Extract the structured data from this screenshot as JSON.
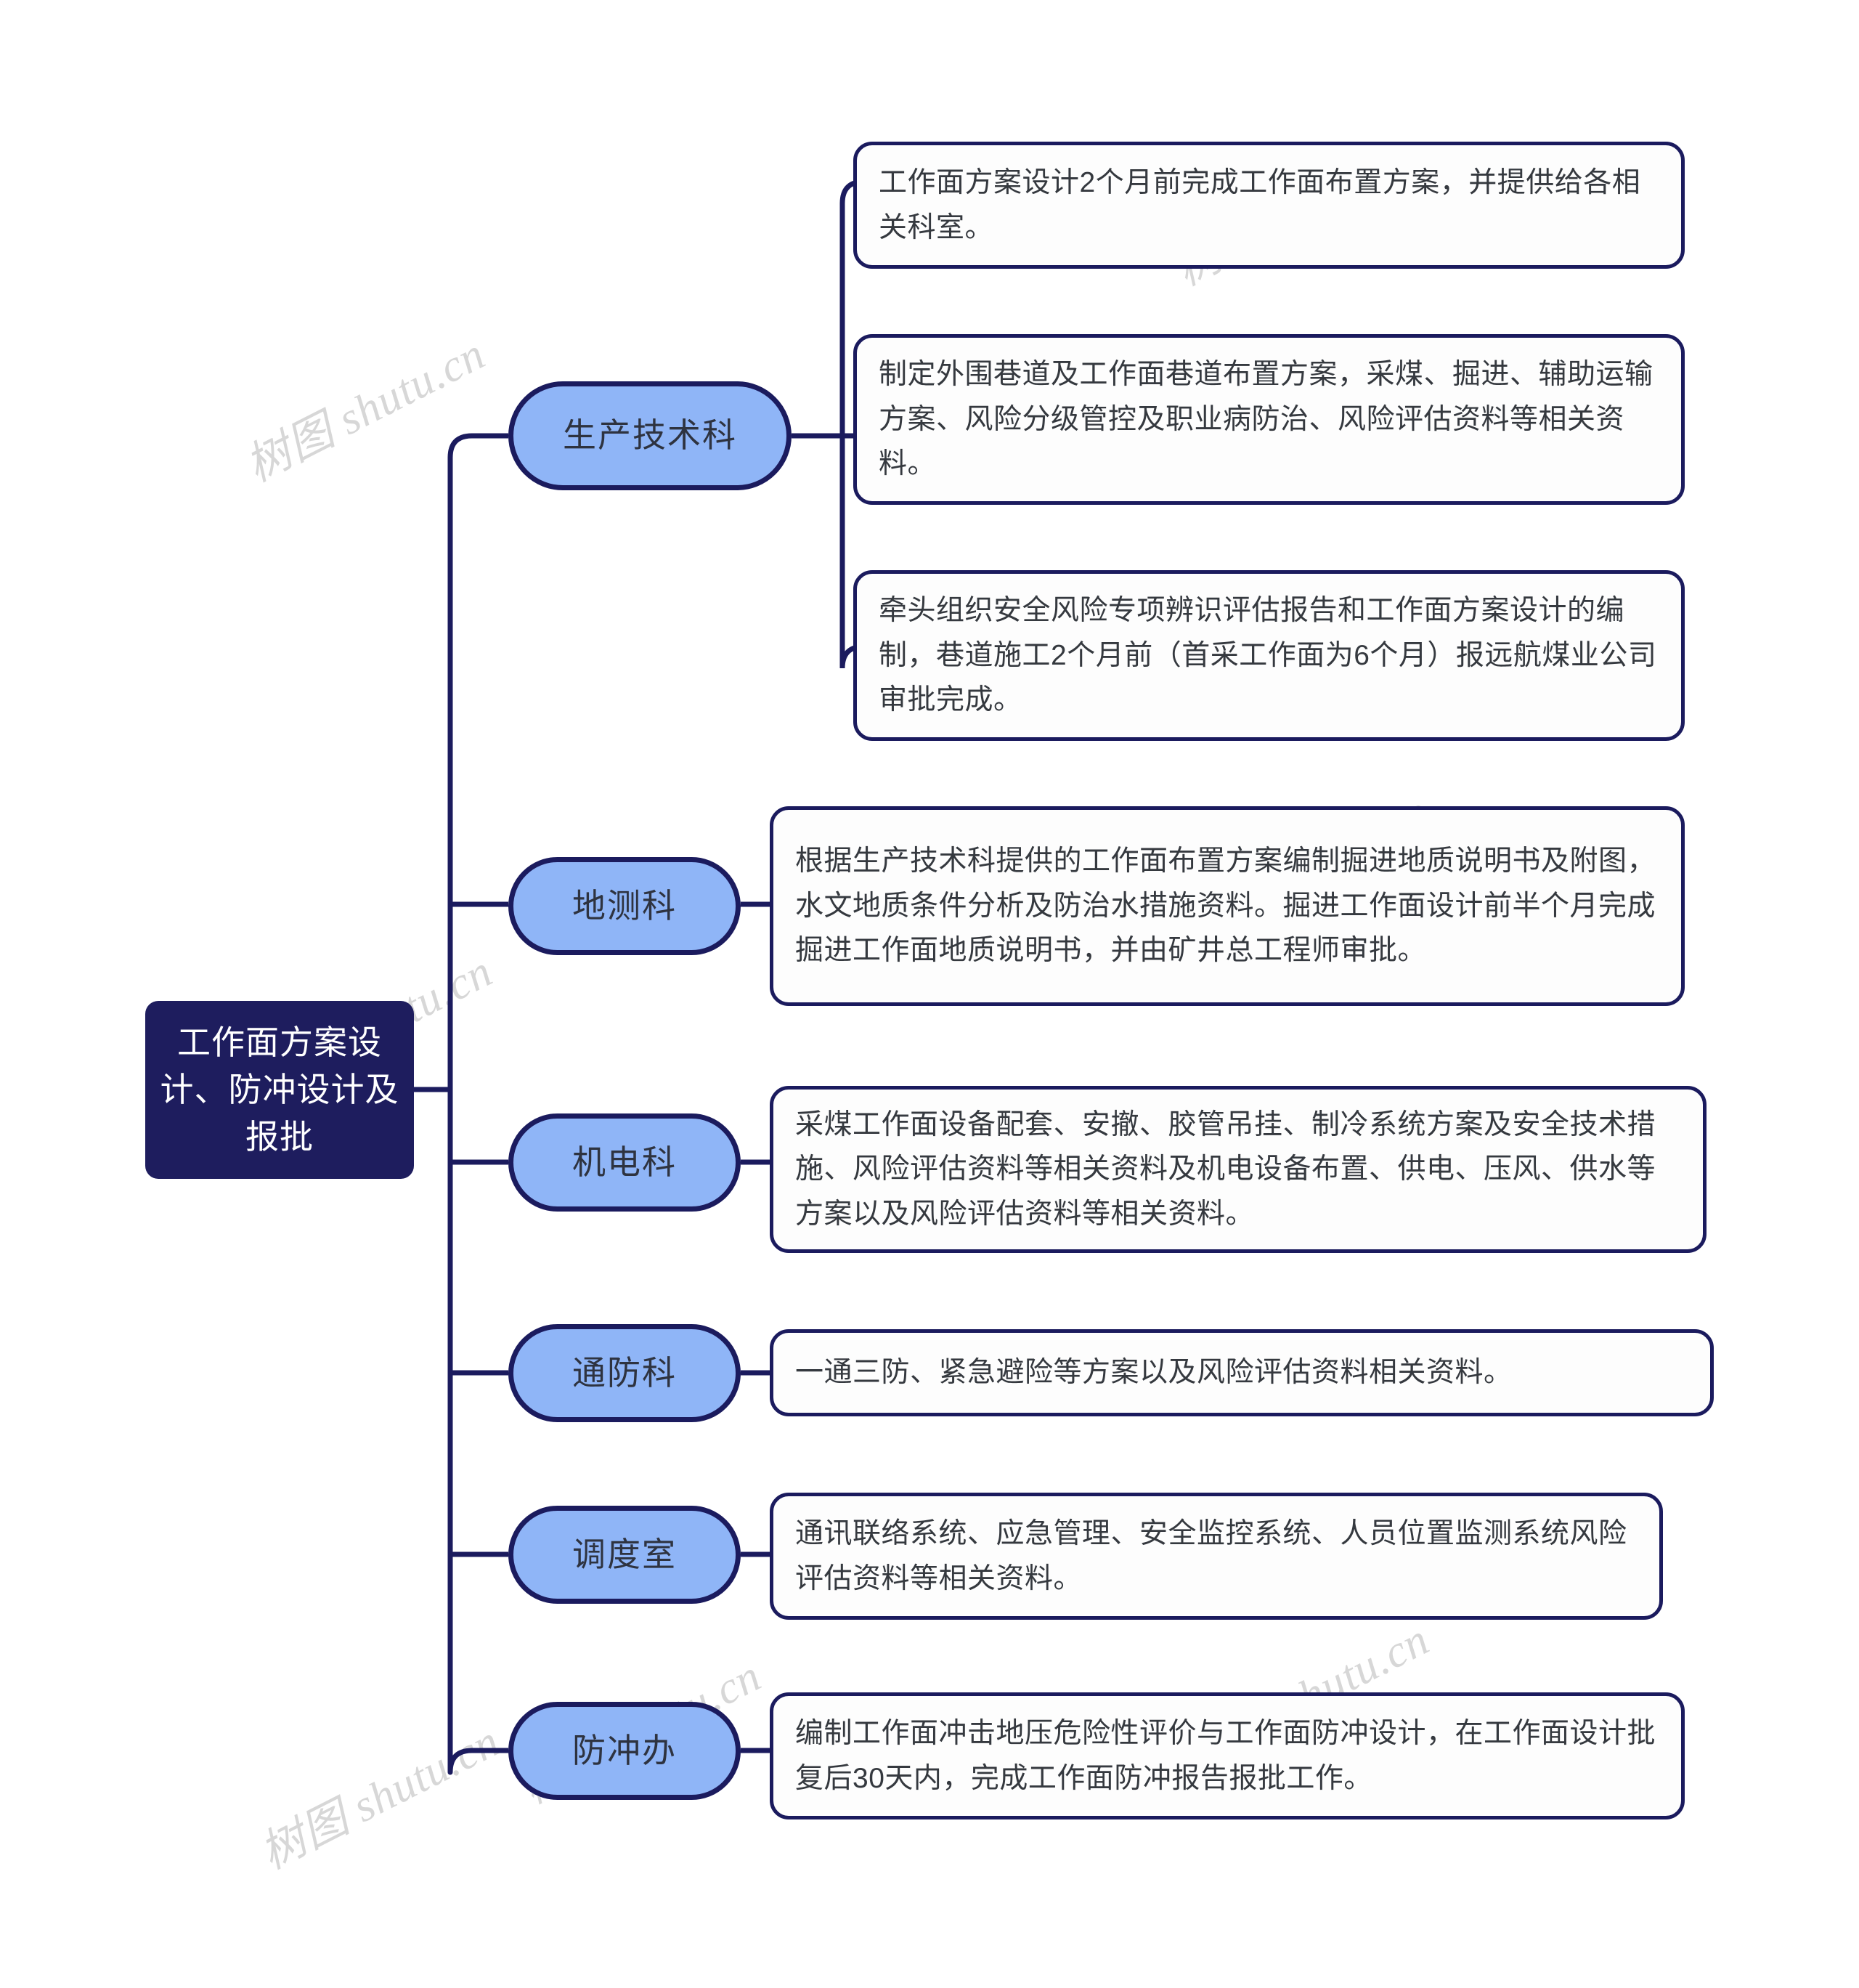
{
  "diagram": {
    "title": "工作面方案设计、防冲设计及报批",
    "type": "mindmap",
    "orientation": "left-to-right",
    "colors": {
      "root_fill": "#1e1d5e",
      "root_text": "#ffffff",
      "branch_fill": "#8fb5f7",
      "branch_border": "#1b1b5e",
      "branch_text": "#2e3340",
      "leaf_fill": "#fdfdfd",
      "leaf_border": "#1b1b5e",
      "leaf_text": "#35393f",
      "connector": "#1b1b5e",
      "background": "#ffffff",
      "watermark": "#c9c9c9"
    }
  },
  "root": {
    "label": "工作面方案设计、防冲设计及报批"
  },
  "branches": [
    {
      "label": "生产技术科",
      "leaves": [
        {
          "text": "工作面方案设计2个月前完成工作面布置方案，并提供给各相关科室。"
        },
        {
          "text": "制定外围巷道及工作面巷道布置方案，采煤、掘进、辅助运输方案、风险分级管控及职业病防治、风险评估资料等相关资料。"
        },
        {
          "text": "牵头组织安全风险专项辨识评估报告和工作面方案设计的编制，巷道施工2个月前（首采工作面为6个月）报远航煤业公司审批完成。"
        }
      ]
    },
    {
      "label": "地测科",
      "leaves": [
        {
          "text": "根据生产技术科提供的工作面布置方案编制掘进地质说明书及附图，水文地质条件分析及防治水措施资料。掘进工作面设计前半个月完成掘进工作面地质说明书，并由矿井总工程师审批。"
        }
      ]
    },
    {
      "label": "机电科",
      "leaves": [
        {
          "text": "采煤工作面设备配套、安撤、胶管吊挂、制冷系统方案及安全技术措施、风险评估资料等相关资料及机电设备布置、供电、压风、供水等方案以及风险评估资料等相关资料。"
        }
      ]
    },
    {
      "label": "通防科",
      "leaves": [
        {
          "text": "一通三防、紧急避险等方案以及风险评估资料相关资料。"
        }
      ]
    },
    {
      "label": "调度室",
      "leaves": [
        {
          "text": "通讯联络系统、应急管理、安全监控系统、人员位置监测系统风险评估资料等相关资料。"
        }
      ]
    },
    {
      "label": "防冲办",
      "leaves": [
        {
          "text": "编制工作面冲击地压危险性评价与工作面防冲设计，在工作面设计批复后30天内，完成工作面防冲报告报批工作。"
        }
      ]
    }
  ],
  "watermark": {
    "text": "树图 shutu.cn"
  }
}
